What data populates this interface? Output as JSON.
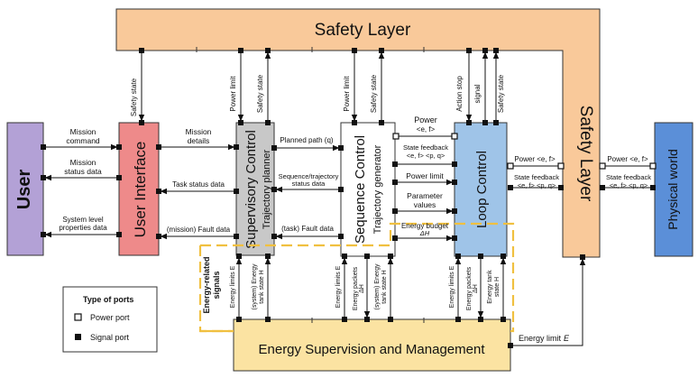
{
  "blocks": {
    "safety_top": "Safety Layer",
    "safety_right": "Safety Layer",
    "user": "User",
    "user_interface": "User Interface",
    "supervisory_title": "Supervisory Control",
    "supervisory_sub": "Trajectory planner",
    "sequence_title": "Sequence Control",
    "sequence_sub": "Trajectory generator",
    "loop": "Loop Control",
    "physical": "Physical world",
    "esm": "Energy Supervision and Management"
  },
  "signals": {
    "mission_command_1": "Mission",
    "mission_command_2": "command",
    "mission_status_1": "Mission",
    "mission_status_2": "status data",
    "system_level_1": "System level",
    "system_level_2": "properties data",
    "mission_details_1": "Mission",
    "mission_details_2": "details",
    "task_status": "Task status data",
    "mission_fault": "(mission) Fault data",
    "planned_path": "Planned path (q)",
    "seq_status_1": "Sequence/trajectory",
    "seq_status_2": "status data",
    "task_fault": "(task) Fault data",
    "power_1": "Power",
    "power_2": "<e, f>",
    "state_fb_1": "State feedback",
    "state_fb_2": "<e, f> <p, q>",
    "power_limit": "Power limit",
    "param_1": "Parameter",
    "param_2": "values",
    "energy_budget_1": "Energy budget",
    "energy_budget_2": "ΔH",
    "power_ef_mid": "Power <e, f>",
    "state_fb_mid_1": "State feedback",
    "state_fb_mid_2": "<e, f> <p, q>",
    "power_ef_right": "Power <e, f>",
    "state_fb_right_1": "State feedback",
    "state_fb_right_2": "<e, f> <p, q>",
    "energy_limit_bottom": "Energy limit",
    "energy_limit_bottom_var": "E"
  },
  "vertical_labels": {
    "safety_state_ui": "Safety state",
    "power_limit_sup": "Power limit",
    "safety_state_sup": "Safety state",
    "power_limit_seq": "Power limit",
    "safety_state_seq": "Safety state",
    "action_stop_1": "Action stop",
    "action_stop_2": "signal",
    "safety_state_loop": "Safety state",
    "energy_limits_sup": "Energy limits E",
    "tank_state_sup_1": "(system) Energy",
    "tank_state_sup_2": "tank state H",
    "energy_limits_seq": "Energy limits E",
    "energy_packets_seq_1": "Energy packets",
    "energy_packets_seq_2": "ΔH",
    "tank_state_seq_1": "(system) Energy",
    "tank_state_seq_2": "tank state H",
    "energy_limits_loop": "Energy limits E",
    "energy_packets_loop_1": "Energy packets",
    "energy_packets_loop_2": "ΔH",
    "tank_state_loop_1": "Energy tank",
    "tank_state_loop_2": "state H"
  },
  "energy_related_1": "Energy-related",
  "energy_related_2": "signals",
  "legend": {
    "title": "Type of ports",
    "power_port": "Power port",
    "signal_port": "Signal port"
  },
  "colors": {
    "safety": "#f9c99a",
    "user": "#b3a1d6",
    "user_interface": "#ee8a8a",
    "supervisory": "#c8c8c8",
    "sequence": "#ffffff",
    "loop": "#9fc4e8",
    "physical": "#5b8fd8",
    "esm": "#fbe3a2",
    "dashed": "#f0c040"
  }
}
